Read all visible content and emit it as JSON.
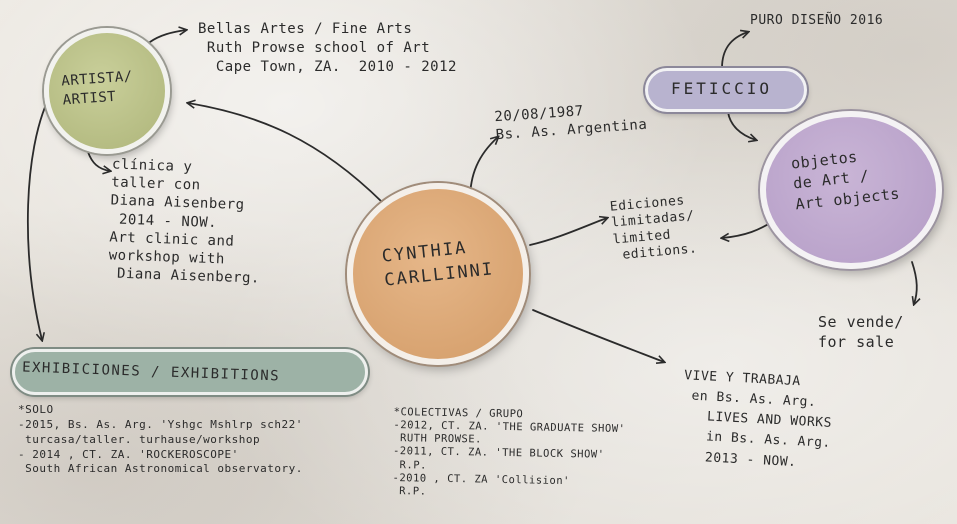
{
  "nodes": {
    "artist": "ARTISTA/\nARTIST",
    "center": "CYNTHIA\nCARLLINNI",
    "objects": "objetos\nde Art /\nArt objects",
    "feticcio": "FETICCIO",
    "exhibitions": "EXHIBICIONES / EXHIBITIONS"
  },
  "notes": {
    "bellas_artes": "Bellas Artes / Fine Arts\n Ruth Prowse school of Art\n  Cape Town, ZA.  2010 - 2012",
    "clinica": "clínica y\ntaller con\nDiana Aisenberg\n 2014 - NOW.\nArt clinic and\nworkshop with\n Diana Aisenberg.",
    "birth": "20/08/1987\nBs. As. Argentina",
    "puro_diseno": "PURO DISEÑO 2016",
    "ediciones": "Ediciones\nlimitadas/\nlimited\n editions.",
    "se_vende": "Se vende/\nfor sale",
    "vive": "VIVE Y TRABAJA\n en Bs. As. Arg.\n   LIVES AND WORKS\n   in Bs. As. Arg.\n   2013 - NOW.",
    "solo": "*SOLO\n-2015, Bs. As. Arg. 'Yshgc Mshlrp sch22'\n turcasa/taller. turhause/workshop\n- 2014 , CT. ZA. 'ROCKEROSCOPE'\n South African Astronomical observatory.",
    "colectivas": "*COLECTIVAS / GRUPO\n-2012, CT. ZA. 'THE GRADUATE SHOW'\n RUTH PROWSE.\n-2011, CT. ZA. 'THE BLOCK SHOW'\n R.P.\n-2010 , CT. ZA 'Collision'\n R.P."
  },
  "colors": {
    "artist_circle": "#b7bd84",
    "center_circle": "#dba774",
    "objects_circle": "#bea7cf",
    "feticcio_pill": "#b8b3cf",
    "exhibitions_pill": "#9db2a6"
  }
}
